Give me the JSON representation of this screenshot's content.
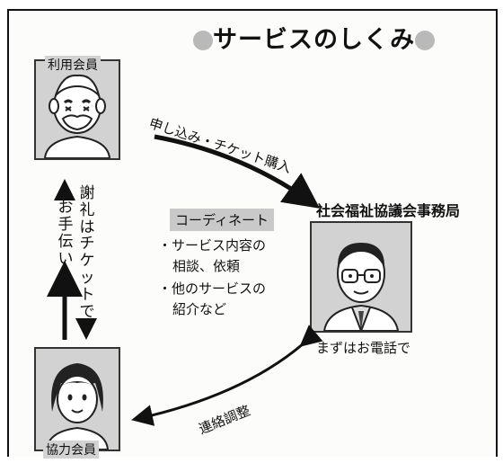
{
  "title": "サービスのしくみ",
  "nodes": {
    "member": {
      "label": "利用会員"
    },
    "council": {
      "label": "社会福祉協議会事務局"
    },
    "cooperator": {
      "label": "協力会員"
    }
  },
  "edges": {
    "apply": "申し込み・チケット購入",
    "coordination": "連絡調整",
    "left_col1": "謝礼は",
    "left_col2": "チケットで",
    "left_col3": "お手伝い"
  },
  "coordinate": {
    "title": "コーディネート",
    "item1_line1": "・サービス内容の",
    "item1_line2": "相談、依頼",
    "item2_line1": "・他のサービスの",
    "item2_line2": "紹介など"
  },
  "contact_note": "まずはお電話で"
}
